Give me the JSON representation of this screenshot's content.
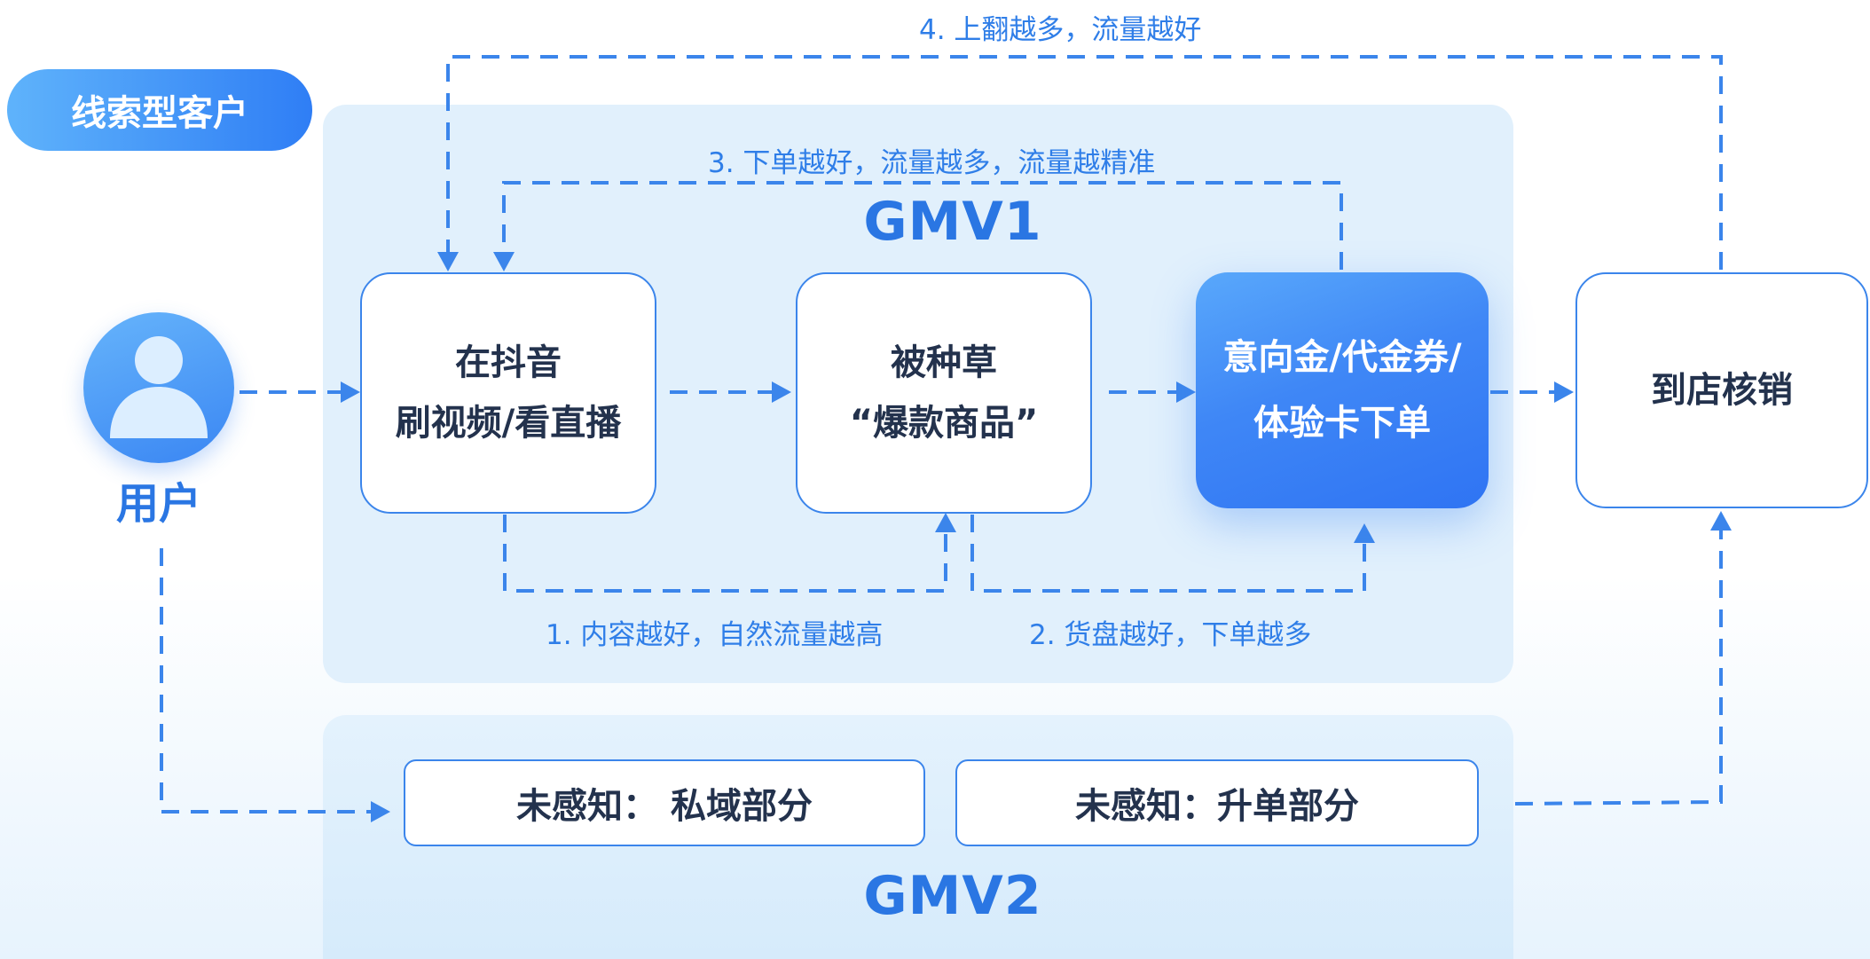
{
  "tag": "线索型客户",
  "gmv1": "GMV1",
  "gmv2": "GMV2",
  "user": {
    "label": "用户",
    "icon": "user-icon"
  },
  "steps": [
    {
      "line1": "在抖音",
      "line2": "刷视频/看直播"
    },
    {
      "line1": "被种草",
      "line2": "“爆款商品”"
    },
    {
      "line1": "意向金/代金券/",
      "line2": "体验卡下单"
    },
    {
      "line1": "到店核销"
    }
  ],
  "pills": [
    "未感知： 私域部分",
    "未感知：升单部分"
  ],
  "notes": {
    "n1": "1. 内容越好，自然流量越高",
    "n2": "2. 货盘越好，下单越多",
    "n3": "3. 下单越好，流量越多，流量越精准",
    "n4": "4. 上翻越多，流量越好"
  },
  "colors": {
    "accent": "#3b85eb",
    "title": "#2a76e3",
    "text": "#23324d",
    "panel": "#e1f0fc"
  }
}
